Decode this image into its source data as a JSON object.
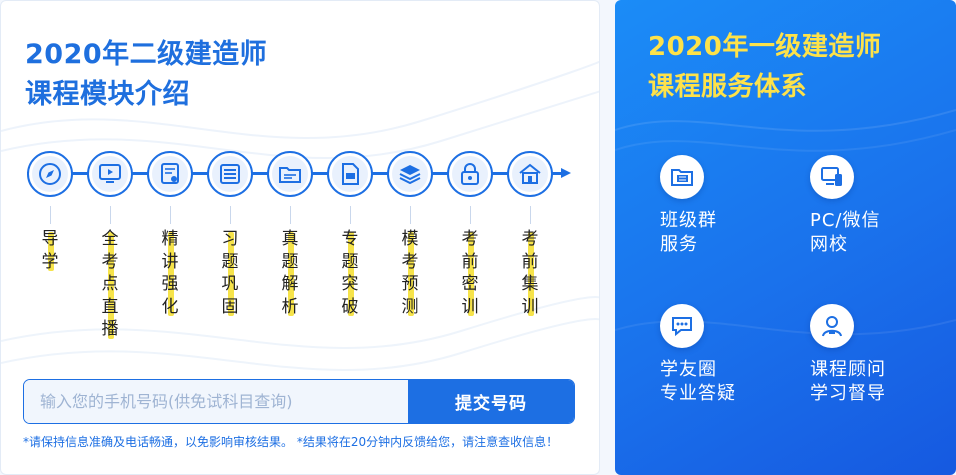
{
  "left": {
    "title_line1": "2020年二级建造师",
    "title_line2": "课程模块介绍",
    "modules": [
      {
        "label": "导学",
        "icon": "compass-icon"
      },
      {
        "label": "全考点直播",
        "icon": "monitor-play-icon"
      },
      {
        "label": "精讲强化",
        "icon": "certificate-icon"
      },
      {
        "label": "习题巩固",
        "icon": "list-board-icon"
      },
      {
        "label": "真题解析",
        "icon": "folder-icon"
      },
      {
        "label": "专题突破",
        "icon": "document-icon"
      },
      {
        "label": "模考预测",
        "icon": "layers-icon"
      },
      {
        "label": "考前密训",
        "icon": "lock-icon"
      },
      {
        "label": "考前集训",
        "icon": "house-icon"
      }
    ],
    "form": {
      "placeholder": "输入您的手机号码(供免试科目查询)",
      "submit_label": "提交号码",
      "note": "*请保持信息准确及电话畅通，以免影响审核结果。 *结果将在20分钟内反馈给您，请注意查收信息！"
    }
  },
  "right": {
    "title_line1": "2020年一级建造师",
    "title_line2": "课程服务体系",
    "services": [
      {
        "line1": "班级群",
        "line2": "服务",
        "icon": "folder-list-icon"
      },
      {
        "line1": "PC/微信",
        "line2": "网校",
        "icon": "pc-mobile-icon"
      },
      {
        "line1": "学友圈",
        "line2": "专业答疑",
        "icon": "chat-bubble-icon"
      },
      {
        "line1": "课程顾问",
        "line2": "学习督导",
        "icon": "advisor-icon"
      }
    ]
  },
  "colors": {
    "brand_blue": "#1d6fe3",
    "highlight_yellow": "#f6e34a",
    "title_yellow": "#fde24a"
  }
}
